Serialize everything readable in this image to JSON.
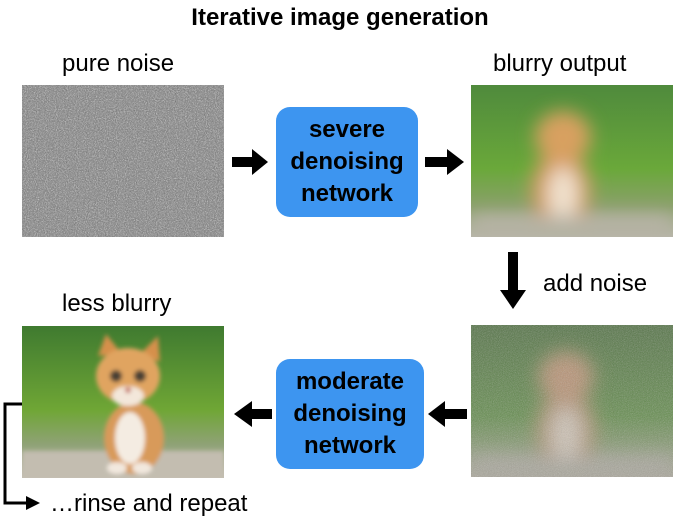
{
  "title": "Iterative image generation",
  "labels": {
    "pure_noise": "pure noise",
    "blurry_output": "blurry output",
    "add_noise": "add noise",
    "less_blurry": "less blurry",
    "rinse_repeat": "…rinse and repeat"
  },
  "networks": {
    "severe": [
      "severe",
      "denoising",
      "network"
    ],
    "moderate": [
      "moderate",
      "denoising",
      "network"
    ]
  },
  "colors": {
    "network_box": "#3d95f0",
    "arrow": "#000000"
  },
  "images": {
    "noise": "static-noise-image",
    "blurry": "blurry-kitten-image",
    "noisy_blurry": "noisy-kitten-image",
    "less_blurry": "less-blurry-kitten-image"
  }
}
